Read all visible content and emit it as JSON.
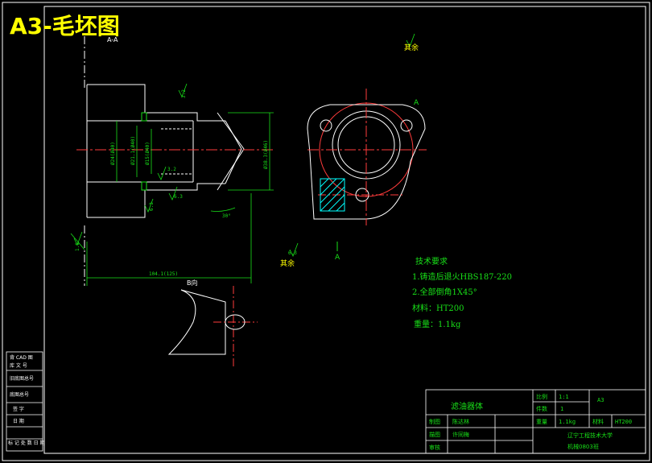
{
  "sheet_title": "A3-毛坯图",
  "view_labels": {
    "section_aa": "A-A",
    "section_b": "B向",
    "view_a_arrow": "A",
    "rotated_a": "A"
  },
  "surface_marks": {
    "top_right": "其余",
    "bottom_mid": "其余",
    "ra_values": [
      "3.2",
      "3.2",
      "6.3",
      "6.3",
      "1.6",
      "6.3"
    ]
  },
  "dimensions": {
    "d1": "Ø24(Ø40)",
    "d2": "Ø21.1(Ø40)",
    "d3": "Ø15(Ø40)",
    "d4": "Ø38.3(Ø46)",
    "length": "104.1(125)",
    "angle": "30°"
  },
  "tech_requirements": {
    "heading": "技术要求",
    "items": [
      "1.铸造后退火HBS187-220",
      "2.全部倒角1X45°",
      "材料：HT200",
      "重量：1.1kg"
    ]
  },
  "left_strip": {
    "rows": [
      "背 CAD 图",
      "库 文 号",
      "旧底图总号",
      "底图总号",
      "签 字",
      "日 期",
      "标 记 处 数 日 期"
    ]
  },
  "title_block": {
    "part_name": "滤油器体",
    "scale_label": "比例",
    "scale_value": "1:1",
    "qty_label": "件数",
    "qty_value": "1",
    "sheet_size": "A3",
    "drawn_label": "制图",
    "drawn_name": "陈达林",
    "weight_label": "重量",
    "weight_value": "1.1kg",
    "material_label": "材料",
    "material_value": "HT200",
    "check_label": "描图",
    "check_name": "许同梅",
    "review_label": "审核",
    "school": "辽宁工程技术大学",
    "class_code": "机械0803班"
  },
  "colors": {
    "line": "#ffffff",
    "centerline": "#ff3b3b",
    "dimension": "#18e018",
    "title": "#ffff00",
    "hatch": "#00ffff"
  }
}
